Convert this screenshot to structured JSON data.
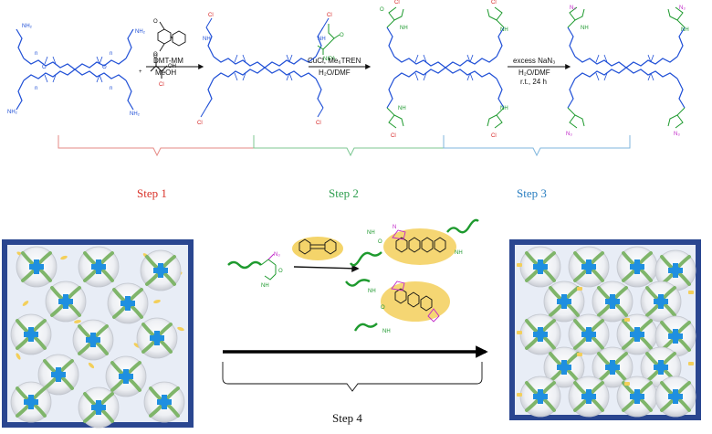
{
  "step1": {
    "reagent_top": "DMT-MM",
    "reagent_bottom": "MeOH",
    "label": "Step 1",
    "color": "#d9342b"
  },
  "step2": {
    "monomer": "NIPA",
    "reagent_top": "CuCl, Me₆TREN",
    "reagent_bottom": "H₂O/DMF",
    "label": "Step 2",
    "color": "#2e9e4f"
  },
  "step3": {
    "reagent_1": "excess NaN₃",
    "reagent_2": "H₂O/DMF",
    "reagent_3": "r.t., 24 h",
    "label": "Step 3",
    "color": "#2b7fc1"
  },
  "step4": {
    "label": "Step 4",
    "color": "#111111"
  },
  "atoms": {
    "nh2": "NH₂",
    "n": "N",
    "o": "O",
    "cl": "Cl",
    "oh": "OH",
    "n3": "N₃",
    "nh": "NH",
    "plus": "+",
    "n_symbol": "n"
  },
  "colors": {
    "peg_blue": "#1f4fd6",
    "chloro_red": "#d62020",
    "nipa_green": "#1e9a2e",
    "azide_magenta": "#c026c8",
    "gel_frame": "#2a4690",
    "gel_fill": "#e8edf6",
    "node_blue": "#1f8fe0",
    "strand_green": "#7fb56a",
    "yellow_mol": "#f3cf5a"
  }
}
